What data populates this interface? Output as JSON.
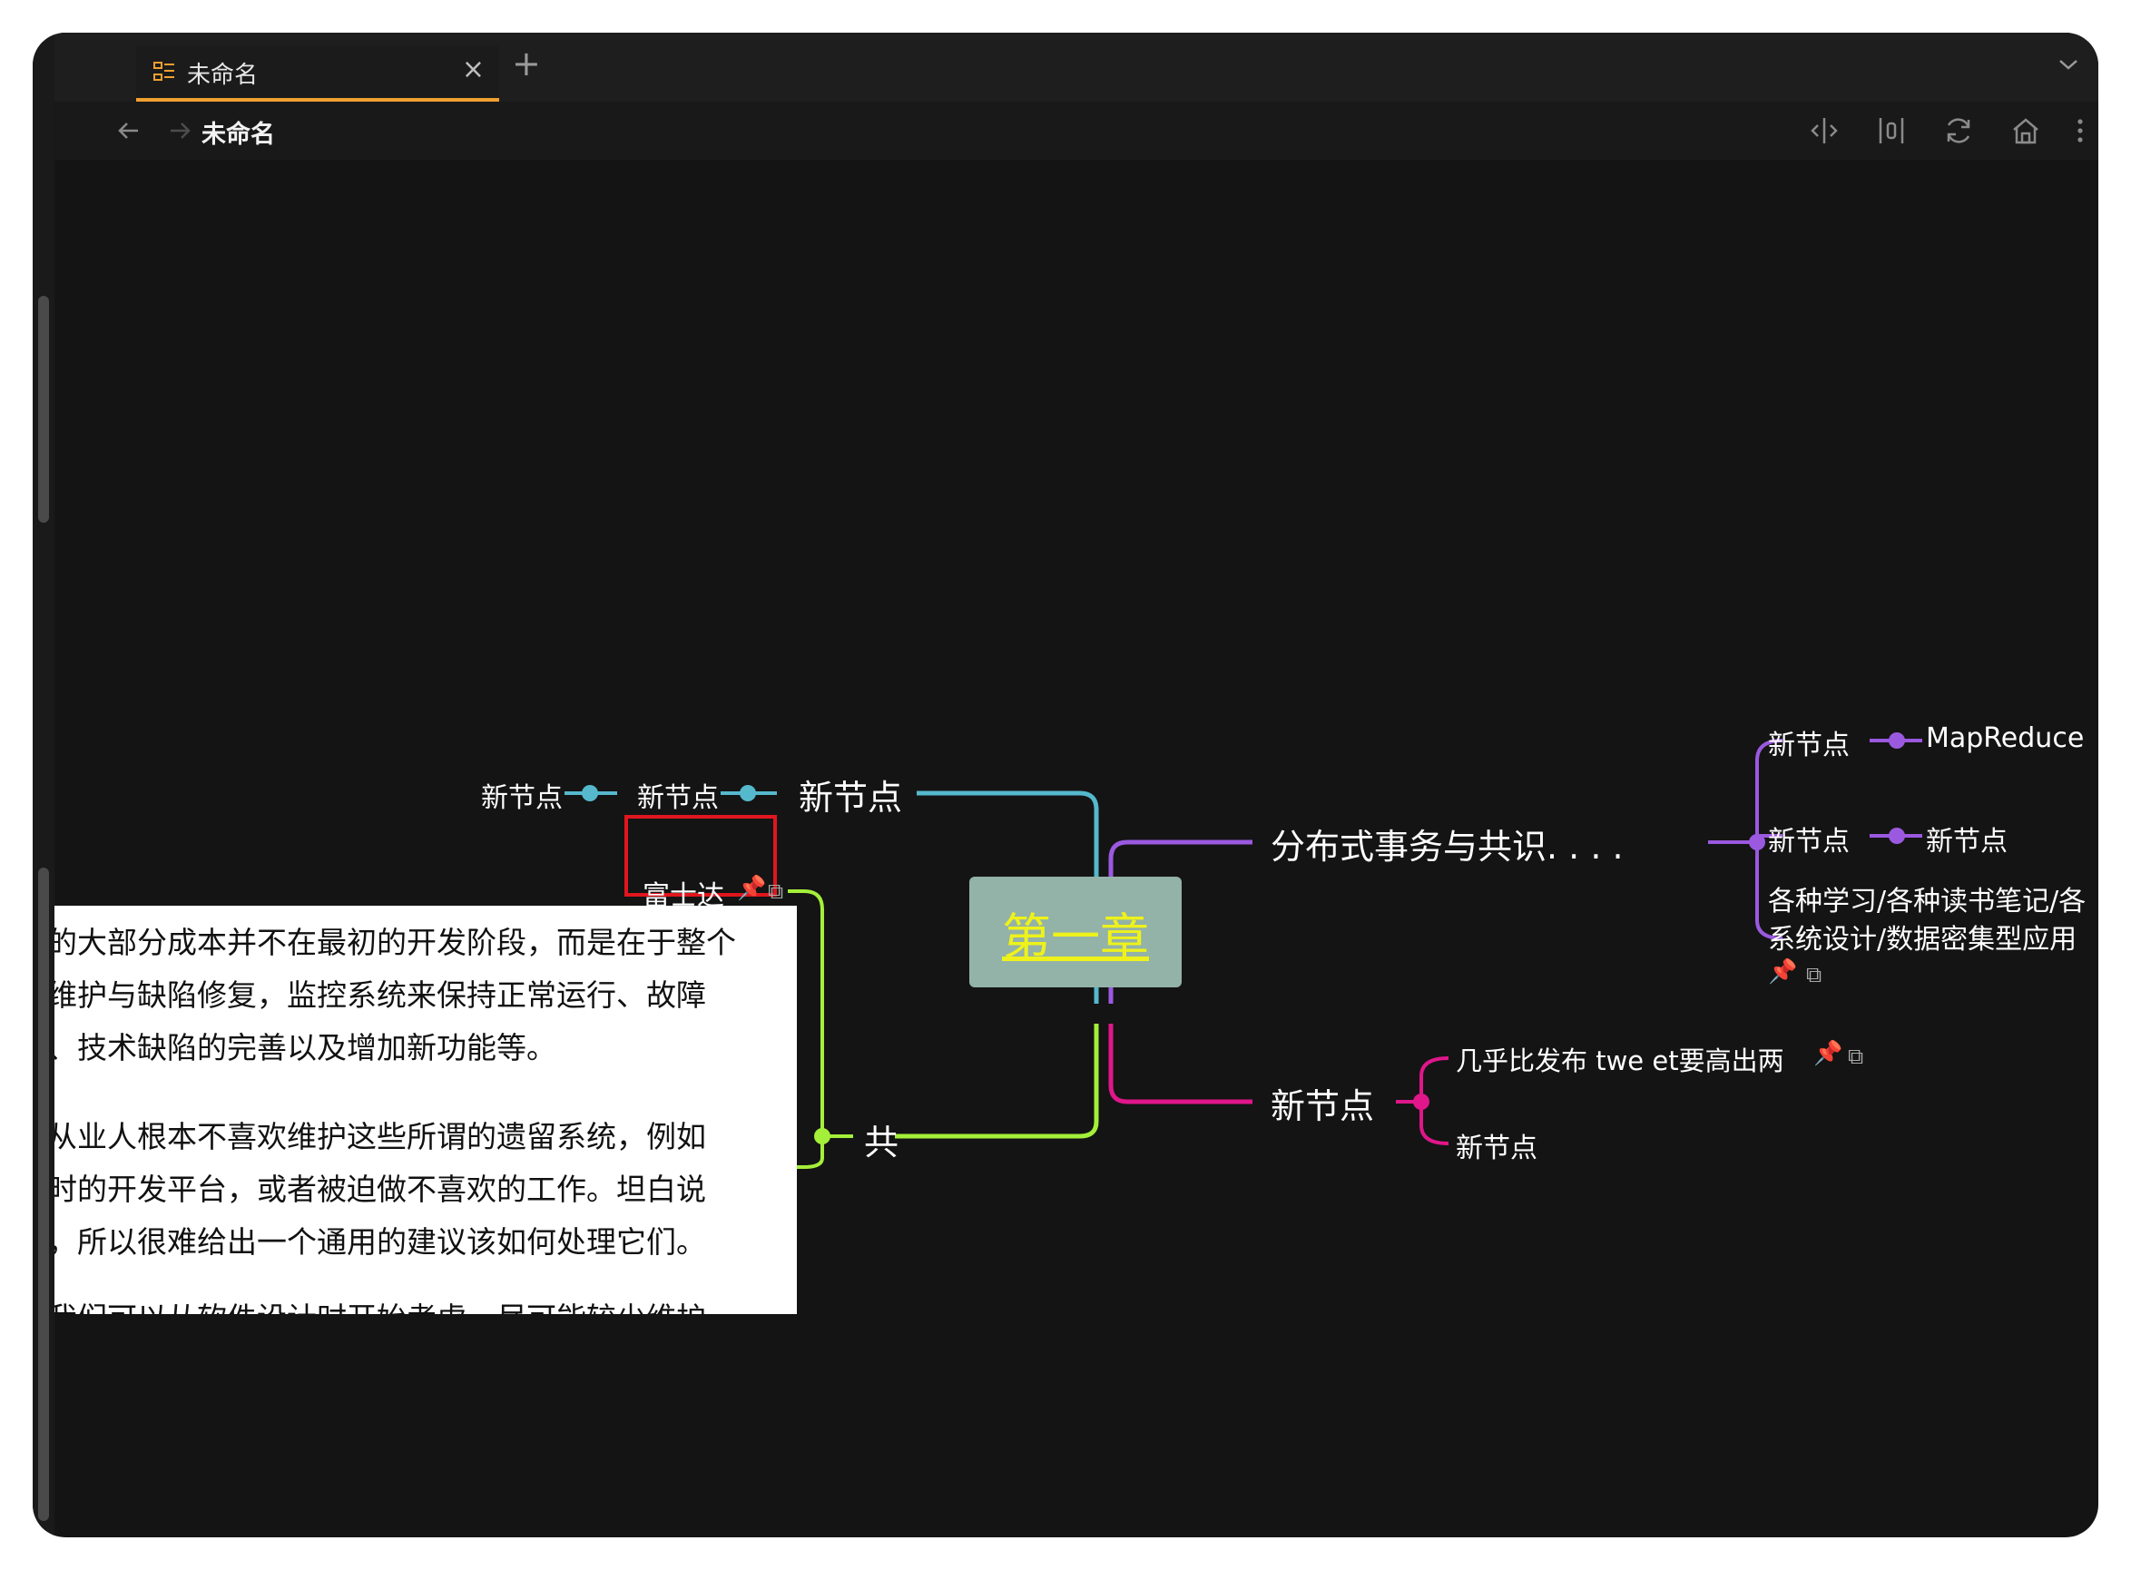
{
  "tab": {
    "label": "未命名",
    "close": "×",
    "new": "+"
  },
  "nav": {
    "breadcrumb": "未命名"
  },
  "mindmap": {
    "root": "第一章",
    "left": {
      "chain": [
        "新节点",
        "新节点",
        "新节点"
      ],
      "gong": "共",
      "fujitsu": "富士达"
    },
    "right": {
      "branch1": "分布式事务与共识. . . .",
      "b1_children": [
        {
          "label": "新节点",
          "child": "MapReduce"
        },
        {
          "label": "新节点",
          "child": "新节点"
        }
      ],
      "b1_multiline": [
        "各种学习/各种读书笔记/各",
        "系统设计/数据密集型应用"
      ],
      "branch2": "新节点",
      "b2_children": [
        "几乎比发布 twe et要高出两",
        "新节点"
      ]
    }
  },
  "snippet_lines": [
    "的大部分成本并不在最初的开发阶段，而是在于整个",
    "维护与缺陷修复，监控系统来保持正常运行、故障",
    "、技术缺陷的完善以及增加新功能等。",
    "从业人根本不喜欢维护这些所谓的遗留系统，例如",
    "时的开发平台，或者被迫做不喜欢的工作。坦白说",
    "，所以很难给出一个通用的建议该如何处理它们。",
    "我们可以从软件设计时开始考虑，尽可能较少维护"
  ],
  "colors": {
    "teal": "#55b8cc",
    "purple": "#9b59e0",
    "magenta": "#e0168a",
    "lime": "#a4ef3a",
    "accent": "#f0a030"
  }
}
